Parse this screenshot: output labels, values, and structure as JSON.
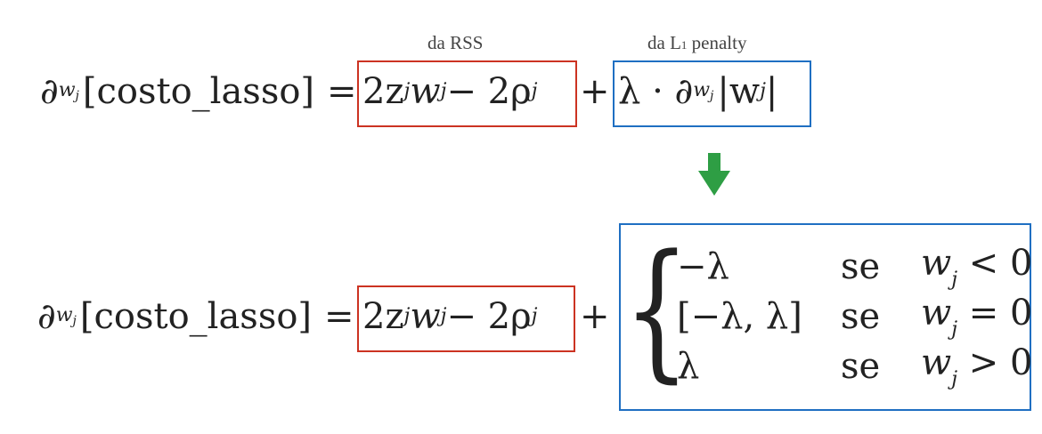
{
  "labels": {
    "rss": "da RSS",
    "l1_prefix": "da L",
    "l1_sub": "1",
    "l1_suffix": " penalty"
  },
  "eq1": {
    "partial": "∂",
    "sub_w": "w",
    "sub_j": "j",
    "lhs": "[costo_lasso]",
    "eq": "=",
    "rss_term": "2z",
    "rss_j1": "j",
    "rss_w": "w",
    "rss_j2": "j",
    "rss_minus": " − 2ρ",
    "rss_j3": "j",
    "plus": "+",
    "penalty_lambda": "λ · ∂",
    "penalty_w": "w",
    "penalty_j": "j",
    "penalty_abs_open": "|w",
    "penalty_abs_j": "j",
    "penalty_abs_close": "|"
  },
  "eq2": {
    "partial": "∂",
    "sub_w": "w",
    "sub_j": "j",
    "lhs": "[costo_lasso]",
    "eq": "=",
    "rss_term": "2z",
    "rss_j1": "j",
    "rss_w": "w",
    "rss_j2": "j",
    "rss_minus": " − 2ρ",
    "rss_j3": "j",
    "plus": "+",
    "brace": "{",
    "cases": [
      {
        "value": "−λ",
        "cond": "se",
        "w": "w",
        "j": "j",
        "rel": " < 0"
      },
      {
        "value": "[−λ, λ]",
        "cond": "se",
        "w": "w",
        "j": "j",
        "rel": " = 0"
      },
      {
        "value": "λ",
        "cond": "se",
        "w": "w",
        "j": "j",
        "rel": " > 0"
      }
    ]
  },
  "colors": {
    "red_box": "#cc3322",
    "blue_box": "#1f6fc2",
    "arrow": "#2e9e44"
  },
  "icons": {
    "arrow": "down-arrow-icon"
  }
}
